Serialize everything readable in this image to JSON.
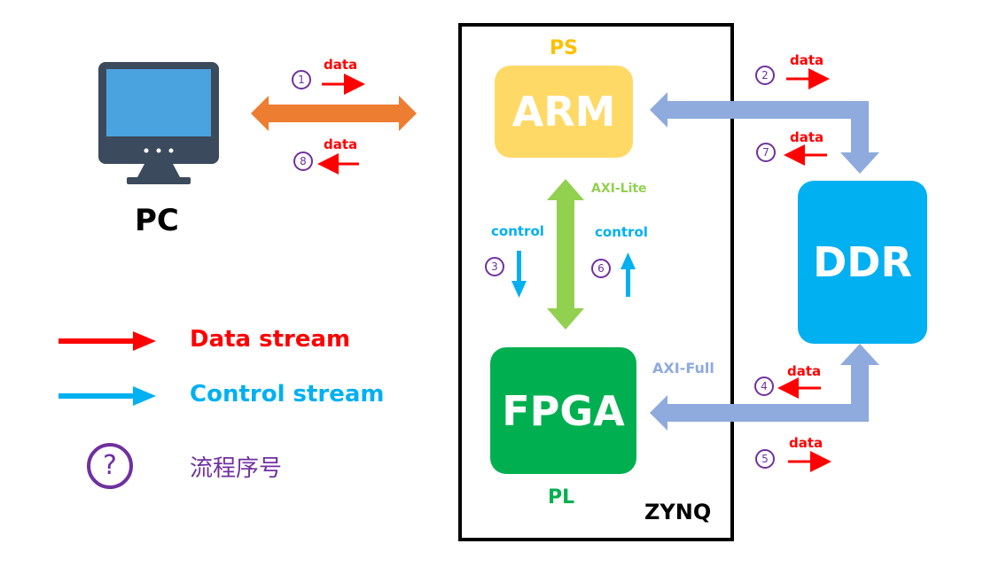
{
  "pc": {
    "label": "PC",
    "icon": "monitor-icon"
  },
  "zynq": {
    "label": "ZYNQ"
  },
  "ps": {
    "label": "PS",
    "block": "ARM"
  },
  "pl": {
    "label": "PL",
    "block": "FPGA"
  },
  "ddr": {
    "label": "DDR"
  },
  "bus": {
    "axi_lite": "AXI-Lite",
    "axi_full": "AXI-Full"
  },
  "steps": [
    {
      "num": "1",
      "text": "data"
    },
    {
      "num": "2",
      "text": "data"
    },
    {
      "num": "3",
      "text": "control"
    },
    {
      "num": "4",
      "text": "data"
    },
    {
      "num": "5",
      "text": "data"
    },
    {
      "num": "6",
      "text": "control"
    },
    {
      "num": "7",
      "text": "data"
    },
    {
      "num": "8",
      "text": "data"
    }
  ],
  "legend": {
    "data_stream": "Data stream",
    "control_stream": "Control stream",
    "symbol": "?",
    "sequence": "流程序号"
  },
  "colors": {
    "arm": "#ffd966",
    "fpga": "#00b050",
    "ddr": "#00b0f0",
    "data_arrow": "#ff0000",
    "control_arrow": "#00b0f0",
    "pc_link": "#ed7d31",
    "axi_lite": "#92d050",
    "axi_full": "#8faadc",
    "step_circle": "#7030a0"
  }
}
